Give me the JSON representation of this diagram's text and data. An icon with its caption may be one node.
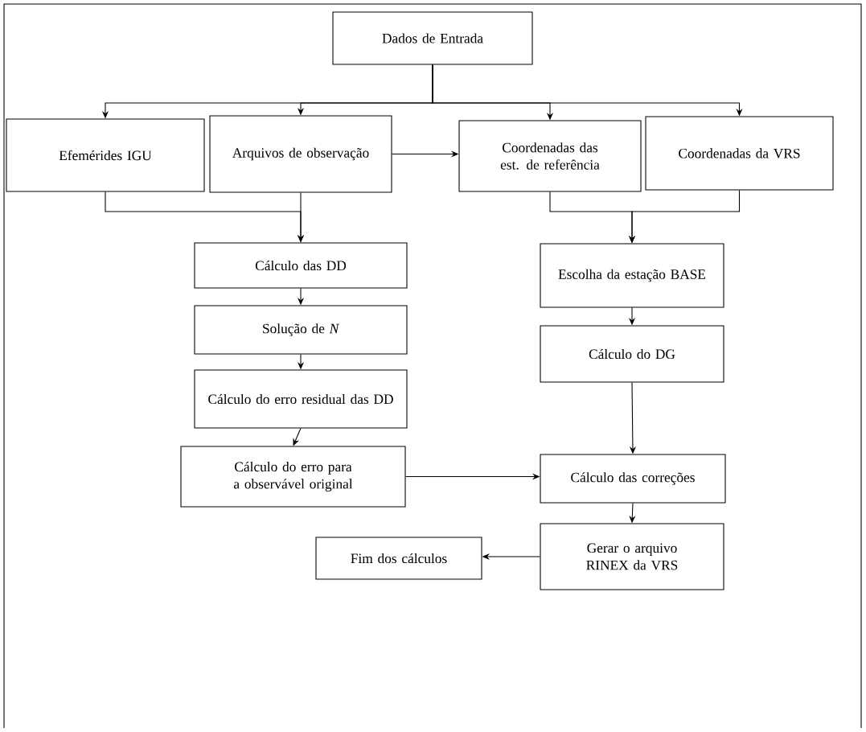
{
  "diagram": {
    "nodes": [
      {
        "text": [
          "Dados de Entrada"
        ]
      },
      {
        "text": [
          "Efemérides IGU"
        ]
      },
      {
        "text": [
          "Arquivos de observação"
        ]
      },
      {
        "text": [
          "Coordenadas das est. de referência"
        ]
      },
      {
        "text": [
          "Coordenadas da VRS"
        ]
      },
      {
        "text": [
          "Cálculo das DD"
        ]
      },
      {
        "text": [
          "Solução de *N*"
        ]
      },
      {
        "text": [
          "Cálculo do erro residual das DD"
        ]
      },
      {
        "text": [
          "Cálculo do erro para a observável original"
        ]
      },
      {
        "text": [
          "Escolha da estação BASE"
        ]
      },
      {
        "text": [
          "Cálculo do DG"
        ]
      },
      {
        "text": [
          "Cálculo das correções"
        ]
      },
      {
        "text": [
          "Gerar o arquivo RINEX da VRS"
        ]
      },
      {
        "text": [
          "Fim dos cálculos"
        ]
      }
    ],
    "edges": [
      {
        "from": 0,
        "to": 1,
        "arrow": "to"
      },
      {
        "from": 0,
        "to": 2,
        "arrow": "to"
      },
      {
        "from": 0,
        "to": 3,
        "arrow": "to"
      },
      {
        "from": 0,
        "to": 4,
        "arrow": "to"
      },
      {
        "from": 2,
        "to": 3,
        "arrow": "to"
      },
      {
        "from": 1,
        "to": 5,
        "arrow": "to"
      },
      {
        "from": 2,
        "to": 5,
        "arrow": "to"
      },
      {
        "from": 3,
        "to": 9,
        "arrow": "to"
      },
      {
        "from": 4,
        "to": 9,
        "arrow": "to"
      },
      {
        "from": 5,
        "to": 6,
        "arrow": "to"
      },
      {
        "from": 6,
        "to": 7,
        "arrow": "to"
      },
      {
        "from": 7,
        "to": 8,
        "arrow": "to"
      },
      {
        "from": 9,
        "to": 10,
        "arrow": "to"
      },
      {
        "from": 10,
        "to": 11,
        "arrow": "to"
      },
      {
        "from": 8,
        "to": 11,
        "arrow": "to"
      },
      {
        "from": 11,
        "to": 12,
        "arrow": "to"
      },
      {
        "from": 12,
        "to": 13,
        "arrow": "to"
      }
    ]
  }
}
